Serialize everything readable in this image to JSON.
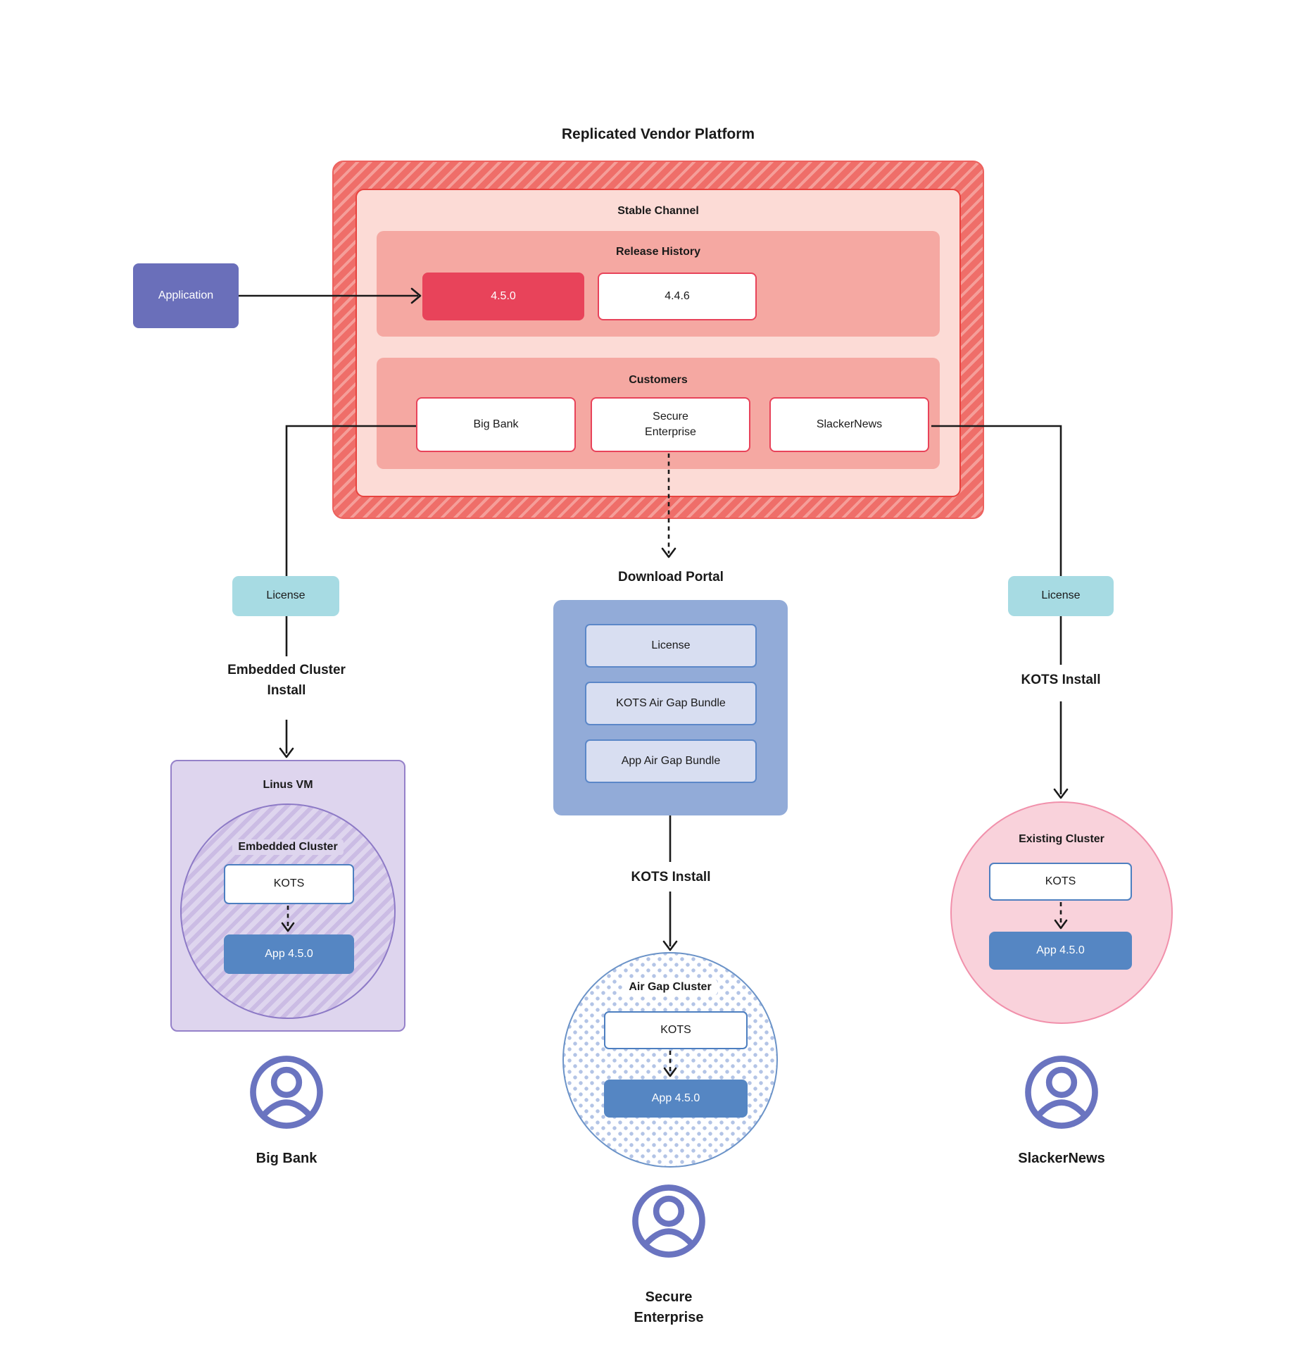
{
  "title": "Replicated Vendor Platform",
  "platform": {
    "stable_channel_label": "Stable Channel",
    "release_history": {
      "label": "Release History",
      "releases": [
        {
          "version": "4.5.0",
          "current": true
        },
        {
          "version": "4.4.6",
          "current": false
        }
      ]
    },
    "customers": {
      "label": "Customers",
      "items": [
        "Big Bank",
        "Secure Enterprise",
        "SlackerNews"
      ]
    }
  },
  "application": {
    "label": "Application"
  },
  "download_portal": {
    "title": "Download Portal",
    "items": [
      "License",
      "KOTS Air Gap Bundle",
      "App Air Gap Bundle"
    ]
  },
  "flows": {
    "left": {
      "license_label": "License",
      "install_label": "Embedded Cluster Install",
      "vm_label": "Linus VM",
      "cluster_label": "Embedded Cluster",
      "kots_label": "KOTS",
      "app_label": "App 4.5.0",
      "customer_label": "Big Bank"
    },
    "middle": {
      "install_label": "KOTS Install",
      "cluster_label": "Air Gap Cluster",
      "kots_label": "KOTS",
      "app_label": "App 4.5.0",
      "customer_label": "Secure Enterprise"
    },
    "right": {
      "license_label": "License",
      "install_label": "KOTS Install",
      "cluster_label": "Existing Cluster",
      "kots_label": "KOTS",
      "app_label": "App 4.5.0",
      "customer_label": "SlackerNews"
    }
  },
  "colors": {
    "platform_hatch": "#ef6e69",
    "platform_hatch_stripe": "#f59e99",
    "stable_bg": "#fcdbd6",
    "stable_border": "#e8433f",
    "section_bg": "#f5a8a2",
    "release_current_bg": "#e8435a",
    "white_box_border": "#e8435a",
    "application_bg": "#6a6fba",
    "license_bg": "#a7dbe3",
    "portal_bg": "#92abd8",
    "portal_item_bg": "#d8def1",
    "portal_item_border": "#5b87c8",
    "app_box_bg": "#5586c3",
    "kots_border": "#4d7fc0",
    "vm_bg": "#ded5ee",
    "vm_border": "#9581c9",
    "embedded_hatch": "#cbbce4",
    "airgap_dot": "#b3c4e6",
    "airgap_border": "#6b93c8",
    "existing_bg": "#f9d2db",
    "existing_border": "#f190ab",
    "person_icon": "#6a74c0",
    "connector": "#1a1a1a"
  }
}
